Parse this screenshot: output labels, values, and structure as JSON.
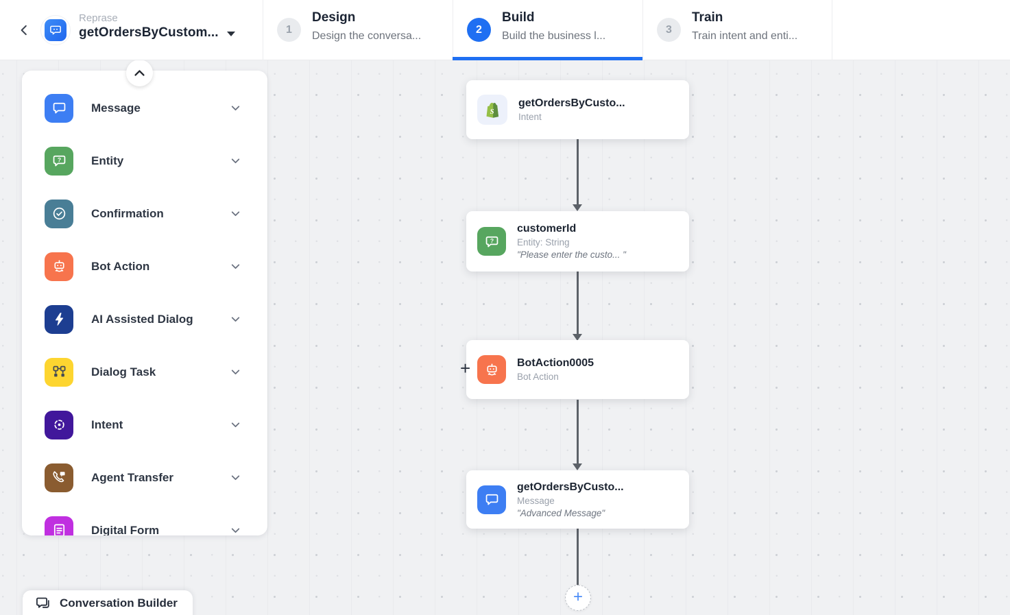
{
  "header": {
    "breadcrumb": "Reprase",
    "title": "getOrdersByCustom...",
    "steps": [
      {
        "number": "1",
        "label": "Design",
        "description": "Design the conversa..."
      },
      {
        "number": "2",
        "label": "Build",
        "description": "Build the business l..."
      },
      {
        "number": "3",
        "label": "Train",
        "description": "Train intent and enti..."
      }
    ]
  },
  "colors": {
    "accent_blue": "#1f6ff2",
    "message_blue": "#3d7ef3",
    "entity_green": "#57a65f",
    "confirmation_teal": "#497e96",
    "bot_action_orange": "#f7744d",
    "ai_dialog_navy": "#1d3e91",
    "dialog_task_yellow": "#fdd530",
    "intent_purple": "#41179b",
    "agent_transfer_brown": "#8a5c30",
    "digital_form_magenta": "#c02fe0"
  },
  "sidebar": {
    "items": [
      {
        "label": "Message",
        "color": "#3d7ef3"
      },
      {
        "label": "Entity",
        "color": "#57a65f"
      },
      {
        "label": "Confirmation",
        "color": "#497e96"
      },
      {
        "label": "Bot Action",
        "color": "#f7744d"
      },
      {
        "label": "AI Assisted Dialog",
        "color": "#1d3e91"
      },
      {
        "label": "Dialog Task",
        "color": "#fdd530"
      },
      {
        "label": "Intent",
        "color": "#41179b"
      },
      {
        "label": "Agent Transfer",
        "color": "#8a5c30"
      },
      {
        "label": "Digital Form",
        "color": "#c02fe0"
      }
    ]
  },
  "canvas": {
    "nodes": [
      {
        "title": "getOrdersByCusto...",
        "subtitle": "Intent"
      },
      {
        "title": "customerId",
        "subtitle": "Entity: String",
        "quote": "\"Please enter the custo... \""
      },
      {
        "title": "BotAction0005",
        "subtitle": "Bot Action"
      },
      {
        "title": "getOrdersByCusto...",
        "subtitle": "Message",
        "quote": "\"Advanced Message\""
      }
    ],
    "insert_button": "+",
    "add_button": "+"
  },
  "footer": {
    "conversation_builder_label": "Conversation Builder"
  }
}
